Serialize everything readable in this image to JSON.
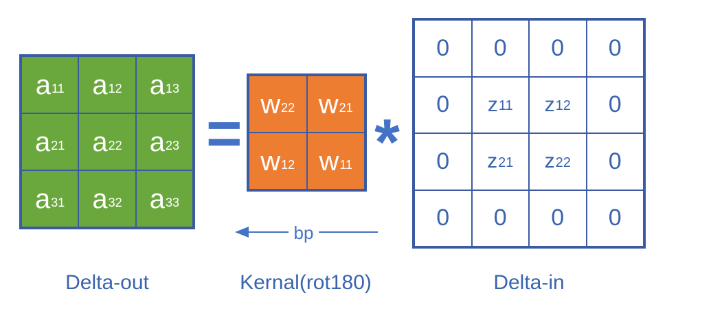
{
  "delta_out": {
    "caption": "Delta-out",
    "cells": [
      {
        "sym": "a",
        "sub": "11"
      },
      {
        "sym": "a",
        "sub": "12"
      },
      {
        "sym": "a",
        "sub": "13"
      },
      {
        "sym": "a",
        "sub": "21"
      },
      {
        "sym": "a",
        "sub": "22"
      },
      {
        "sym": "a",
        "sub": "23"
      },
      {
        "sym": "a",
        "sub": "31"
      },
      {
        "sym": "a",
        "sub": "32"
      },
      {
        "sym": "a",
        "sub": "33"
      }
    ]
  },
  "operators": {
    "equals": "=",
    "conv": "*"
  },
  "kernel": {
    "caption": "Kernal(rot180)",
    "cells": [
      {
        "sym": "w",
        "sub": "22"
      },
      {
        "sym": "w",
        "sub": "21"
      },
      {
        "sym": "w",
        "sub": "12"
      },
      {
        "sym": "w",
        "sub": "11"
      }
    ]
  },
  "arrow": {
    "label": "bp"
  },
  "delta_in": {
    "caption": "Delta-in",
    "cells": [
      {
        "zero": "0"
      },
      {
        "zero": "0"
      },
      {
        "zero": "0"
      },
      {
        "zero": "0"
      },
      {
        "zero": "0"
      },
      {
        "sym": "z",
        "sub": "11"
      },
      {
        "sym": "z",
        "sub": "12"
      },
      {
        "zero": "0"
      },
      {
        "zero": "0"
      },
      {
        "sym": "z",
        "sub": "21"
      },
      {
        "sym": "z",
        "sub": "22"
      },
      {
        "zero": "0"
      },
      {
        "zero": "0"
      },
      {
        "zero": "0"
      },
      {
        "zero": "0"
      },
      {
        "zero": "0"
      }
    ]
  },
  "colors": {
    "grid_border": "#3a5ba3",
    "green": "#6aa83d",
    "orange": "#ed7d31",
    "blue_text": "#3a64ae"
  }
}
